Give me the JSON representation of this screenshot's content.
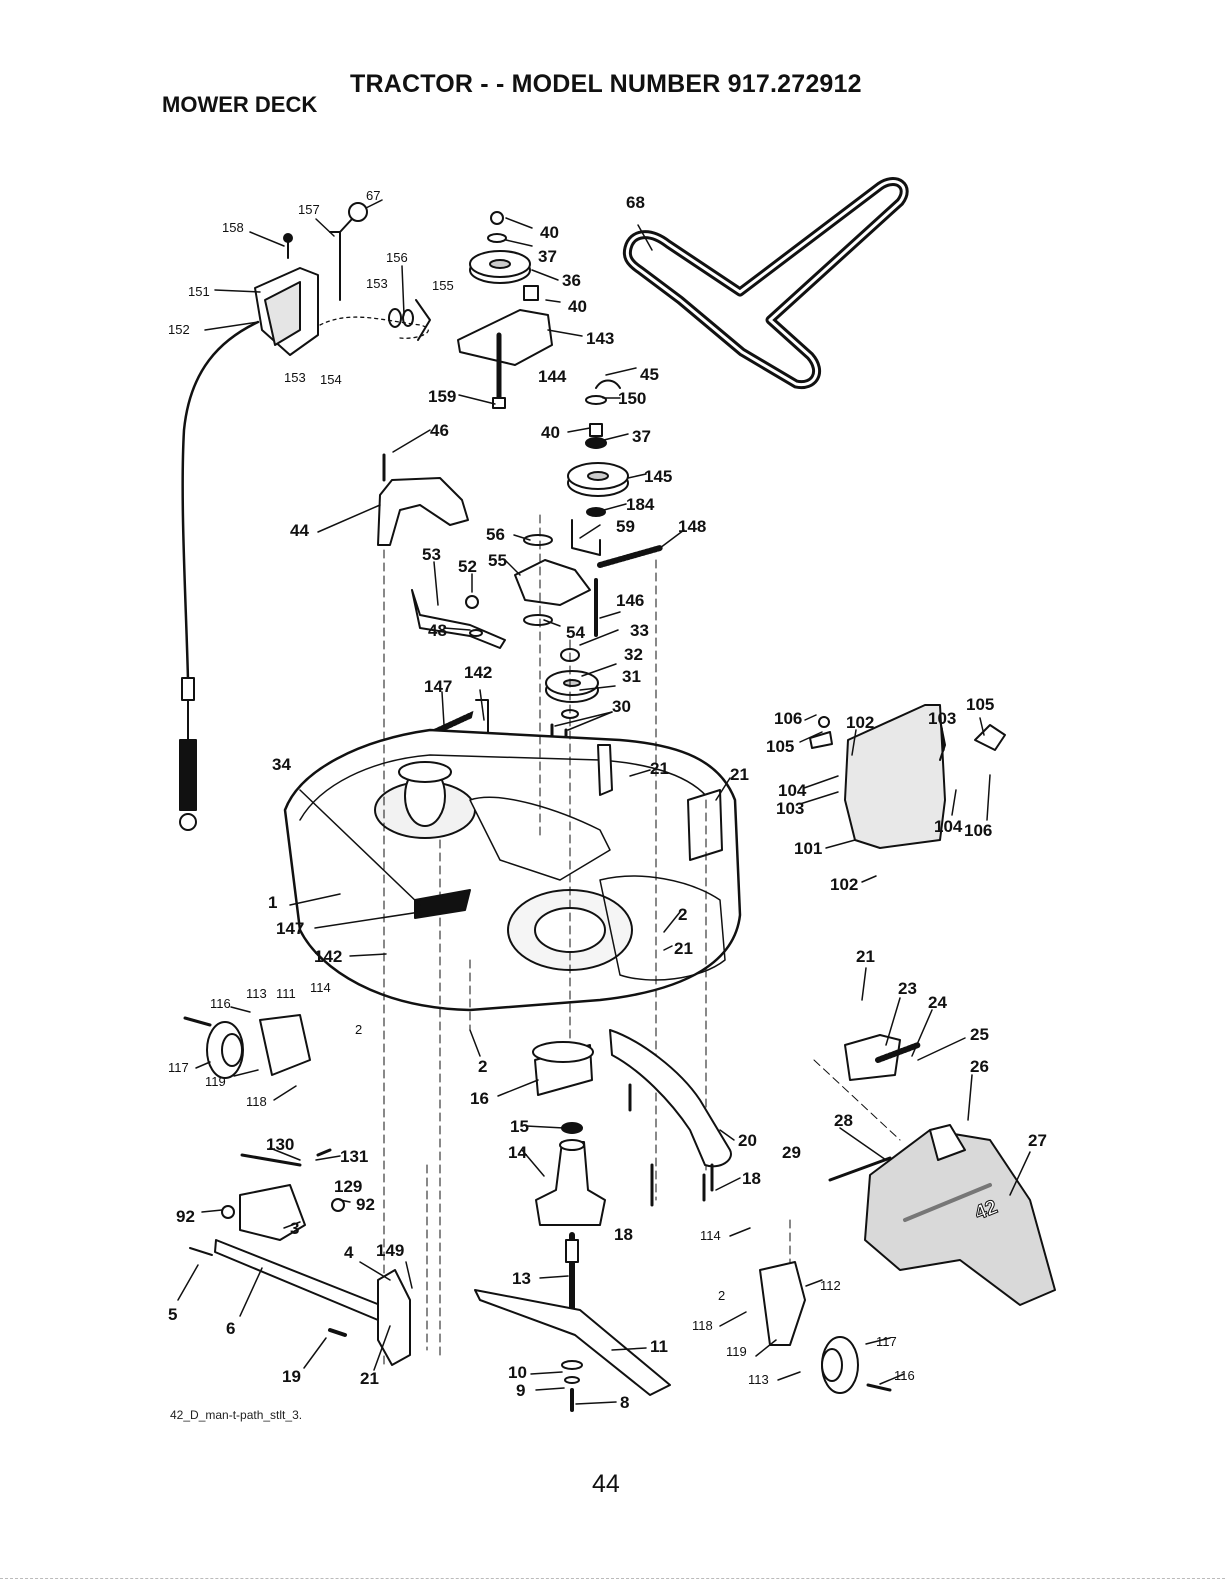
{
  "header": {
    "title": "TRACTOR - - MODEL NUMBER 917.272912",
    "section": "MOWER DECK"
  },
  "footer": {
    "drawing_ref": "42_D_man-t-path_stlt_3.",
    "page_number": "44"
  },
  "part_callouts": [
    "1",
    "2",
    "2",
    "2",
    "2",
    "3",
    "4",
    "5",
    "6",
    "8",
    "9",
    "10",
    "11",
    "13",
    "14",
    "15",
    "16",
    "18",
    "18",
    "19",
    "20",
    "21",
    "21",
    "21",
    "21",
    "21",
    "23",
    "24",
    "25",
    "26",
    "27",
    "28",
    "29",
    "30",
    "31",
    "32",
    "33",
    "34",
    "36",
    "37",
    "37",
    "40",
    "40",
    "40",
    "44",
    "45",
    "46",
    "48",
    "52",
    "53",
    "54",
    "55",
    "56",
    "59",
    "67",
    "68",
    "92",
    "92",
    "101",
    "102",
    "102",
    "103",
    "103",
    "104",
    "104",
    "105",
    "105",
    "106",
    "106",
    "111",
    "112",
    "113",
    "113",
    "114",
    "114",
    "116",
    "116",
    "117",
    "117",
    "118",
    "118",
    "119",
    "119",
    "129",
    "130",
    "131",
    "142",
    "142",
    "143",
    "144",
    "145",
    "146",
    "147",
    "147",
    "148",
    "149",
    "150",
    "151",
    "152",
    "153",
    "153",
    "154",
    "155",
    "156",
    "157",
    "158",
    "159",
    "184"
  ],
  "deck_badge": "42",
  "colors": {
    "ink": "#111111",
    "paper": "#ffffff",
    "shade": "#d9d9d9"
  }
}
